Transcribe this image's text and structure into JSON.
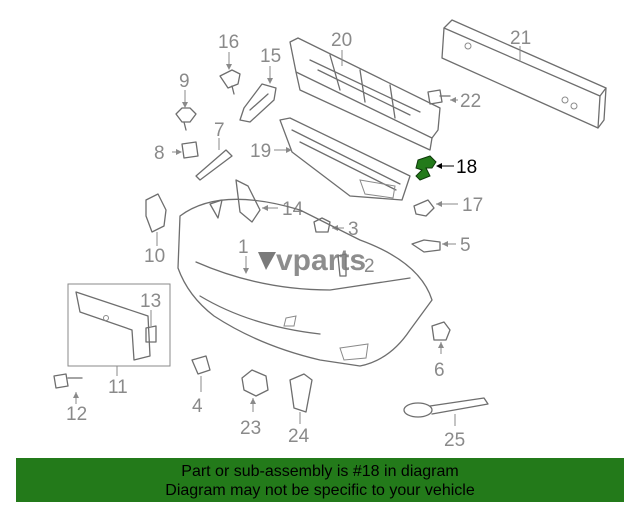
{
  "watermark": "vparts",
  "highlight_color": "#237a1a",
  "callouts": {
    "c1": "1",
    "c2": "2",
    "c3": "3",
    "c4": "4",
    "c5": "5",
    "c6": "6",
    "c7": "7",
    "c8": "8",
    "c9": "9",
    "c10": "10",
    "c11": "11",
    "c12": "12",
    "c13": "13",
    "c14": "14",
    "c15": "15",
    "c16": "16",
    "c17": "17",
    "c18": "18",
    "c19": "19",
    "c20": "20",
    "c21": "21",
    "c22": "22",
    "c23": "23",
    "c24": "24",
    "c25": "25"
  },
  "banner": {
    "line1": "Part or sub-assembly is #18 in diagram",
    "line2": "Diagram may not be specific to your vehicle"
  }
}
